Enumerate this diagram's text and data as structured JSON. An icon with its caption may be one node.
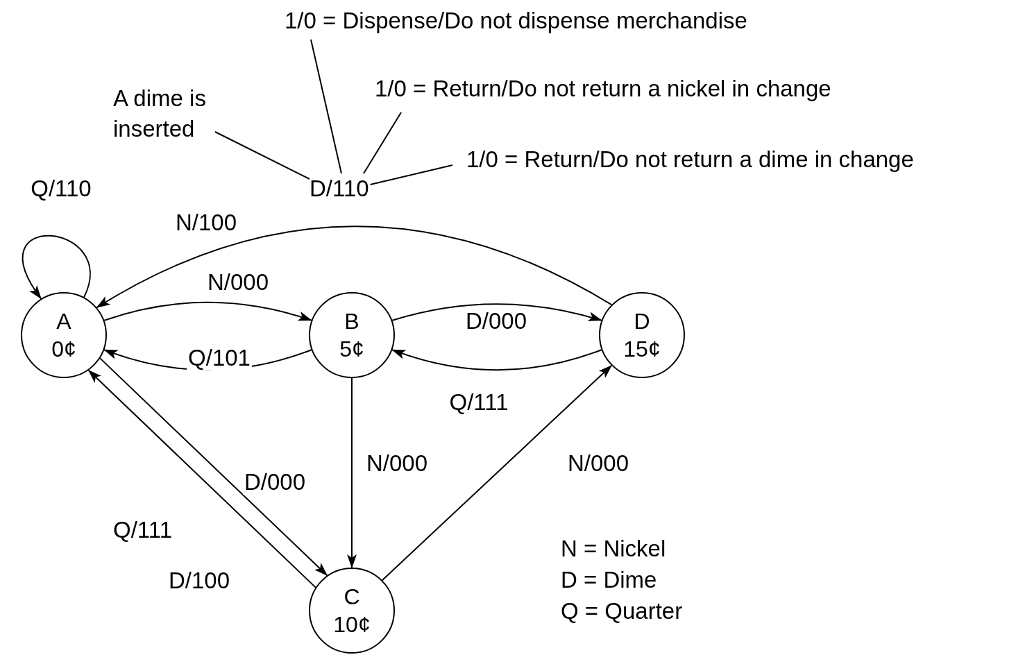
{
  "diagram": {
    "nodes": [
      {
        "text": [
          "A",
          "0¢"
        ]
      },
      {
        "text": [
          "B",
          "5¢"
        ]
      },
      {
        "text": [
          "C",
          "10¢"
        ]
      },
      {
        "text": [
          "D",
          "15¢"
        ]
      },
      {
        "text": [
          "D/110"
        ]
      },
      {
        "text": [
          "A dime is inserted"
        ]
      },
      {
        "text": [
          "1/0 = Dispense/Do not dispense merchandise"
        ]
      },
      {
        "text": [
          "1/0 = Return/Do not return a nickel in change"
        ]
      },
      {
        "text": [
          "1/0 = Return/Do not return a dime in change"
        ]
      }
    ],
    "edges": [
      {
        "from": 0,
        "to": 0,
        "arrow": "to",
        "label": "Q/110"
      },
      {
        "from": 3,
        "to": 0,
        "arrow": "to",
        "label": "N/100"
      },
      {
        "from": 0,
        "to": 1,
        "arrow": "to",
        "label": "N/000"
      },
      {
        "from": 1,
        "to": 0,
        "arrow": "to",
        "label": "Q/101"
      },
      {
        "from": 1,
        "to": 3,
        "arrow": "to",
        "label": "D/000"
      },
      {
        "from": 3,
        "to": 1,
        "arrow": "to",
        "label": "Q/111"
      },
      {
        "from": 1,
        "to": 2,
        "arrow": "to",
        "label": "N/000"
      },
      {
        "from": 2,
        "to": 3,
        "arrow": "to",
        "label": "N/000"
      },
      {
        "from": 0,
        "to": 2,
        "arrow": "to",
        "label": "D/000"
      },
      {
        "from": 2,
        "to": 0,
        "arrow": "to",
        "label": "Q/111 D/100"
      },
      {
        "from": 5,
        "to": 4,
        "arrow": "none"
      },
      {
        "from": 6,
        "to": 4,
        "arrow": "none"
      },
      {
        "from": 7,
        "to": 4,
        "arrow": "none"
      },
      {
        "from": 8,
        "to": 4,
        "arrow": "none"
      }
    ],
    "labels": [
      "N = Nickel",
      "D = Dime",
      "Q = Quarter"
    ]
  }
}
